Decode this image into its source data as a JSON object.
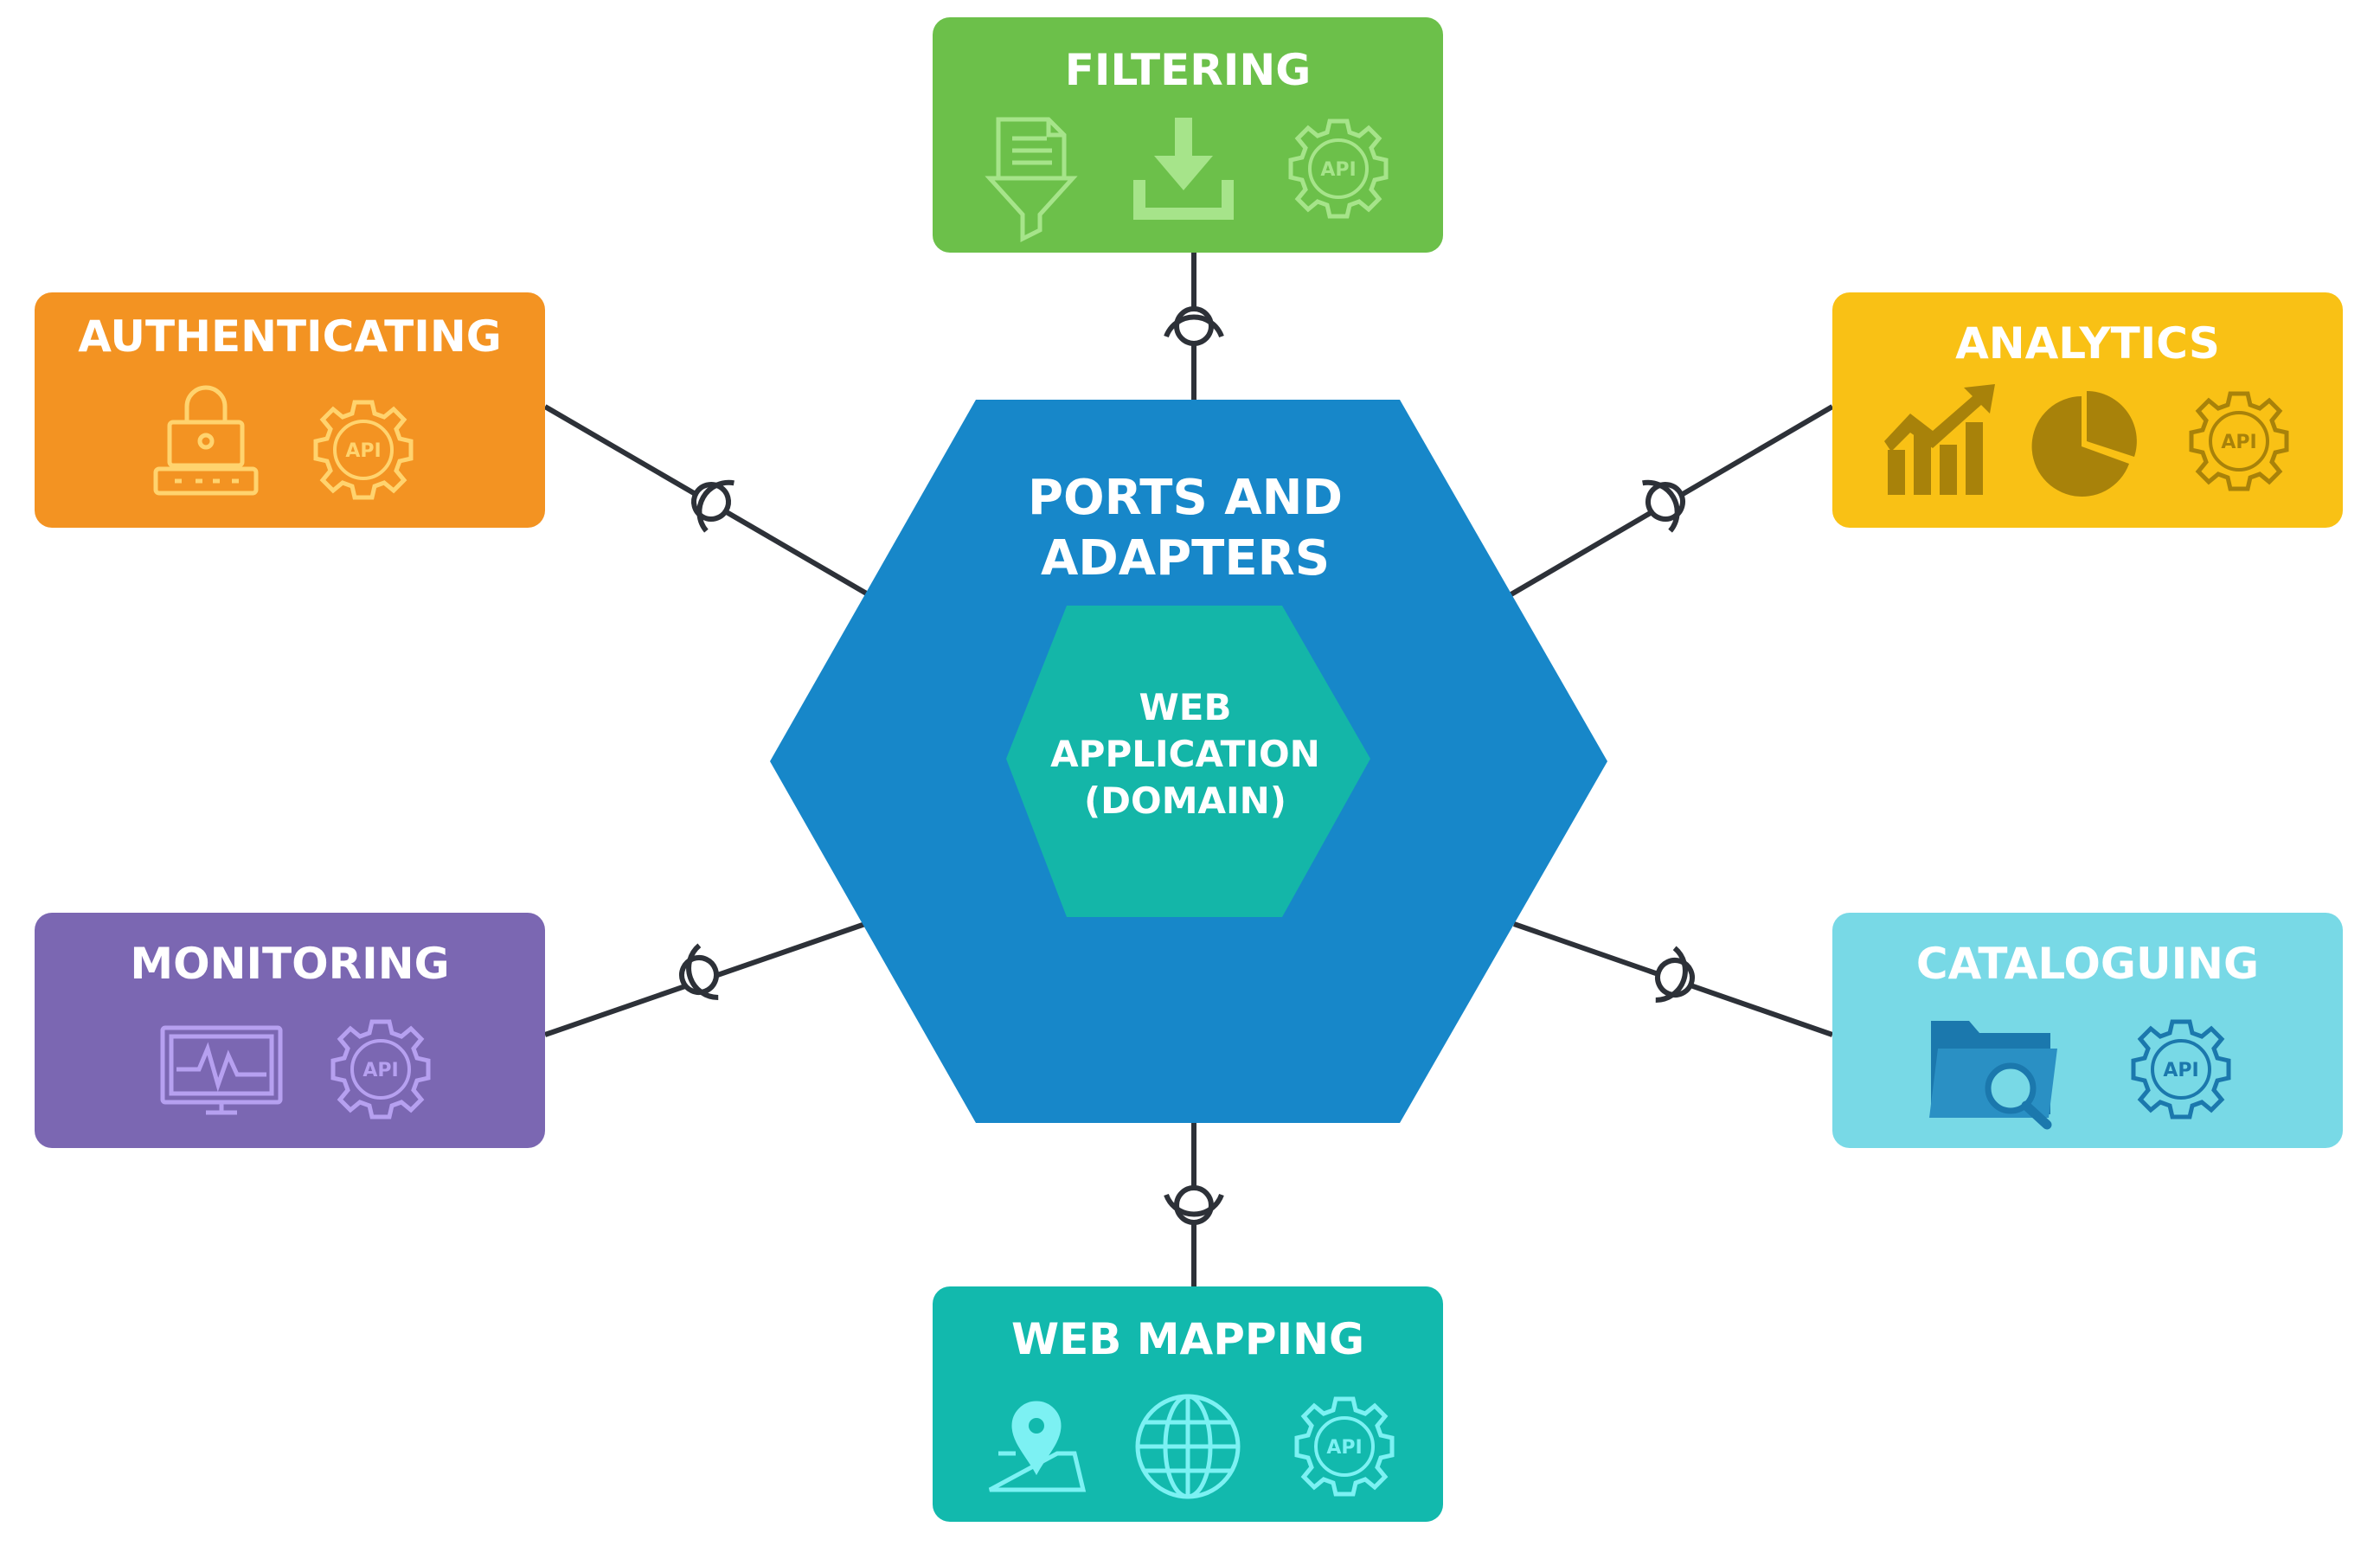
{
  "center": {
    "title_line1": "PORTS AND",
    "title_line2": "ADAPTERS",
    "core_line1": "WEB",
    "core_line2": "APPLICATION",
    "core_line3": "(DOMAIN)"
  },
  "adapters": {
    "filtering": {
      "title": "FILTERING",
      "api_label": "API",
      "color": "#6cc04a",
      "icon_color": "#a6e48a"
    },
    "authenticating": {
      "title": "AUTHENTICATING",
      "api_label": "API",
      "color": "#f39322",
      "icon_color": "#ffd36e"
    },
    "analytics": {
      "title": "ANALYTICS",
      "api_label": "API",
      "color": "#f9c115",
      "icon_color": "#a8820a"
    },
    "monitoring": {
      "title": "MONITORING",
      "api_label": "API",
      "color": "#7b67b2",
      "icon_color": "#b6a0f0"
    },
    "cataloguing": {
      "title": "CATALOGUING",
      "api_label": "API",
      "color": "#78d9e6",
      "icon_color": "#1b78ad"
    },
    "web_mapping": {
      "title": "WEB MAPPING",
      "api_label": "API",
      "color": "#12b9ad",
      "icon_color": "#7cf1f3"
    }
  },
  "colors": {
    "hexagon": "#1787c9",
    "core": "#14b6a8",
    "connector": "#2d3138"
  }
}
